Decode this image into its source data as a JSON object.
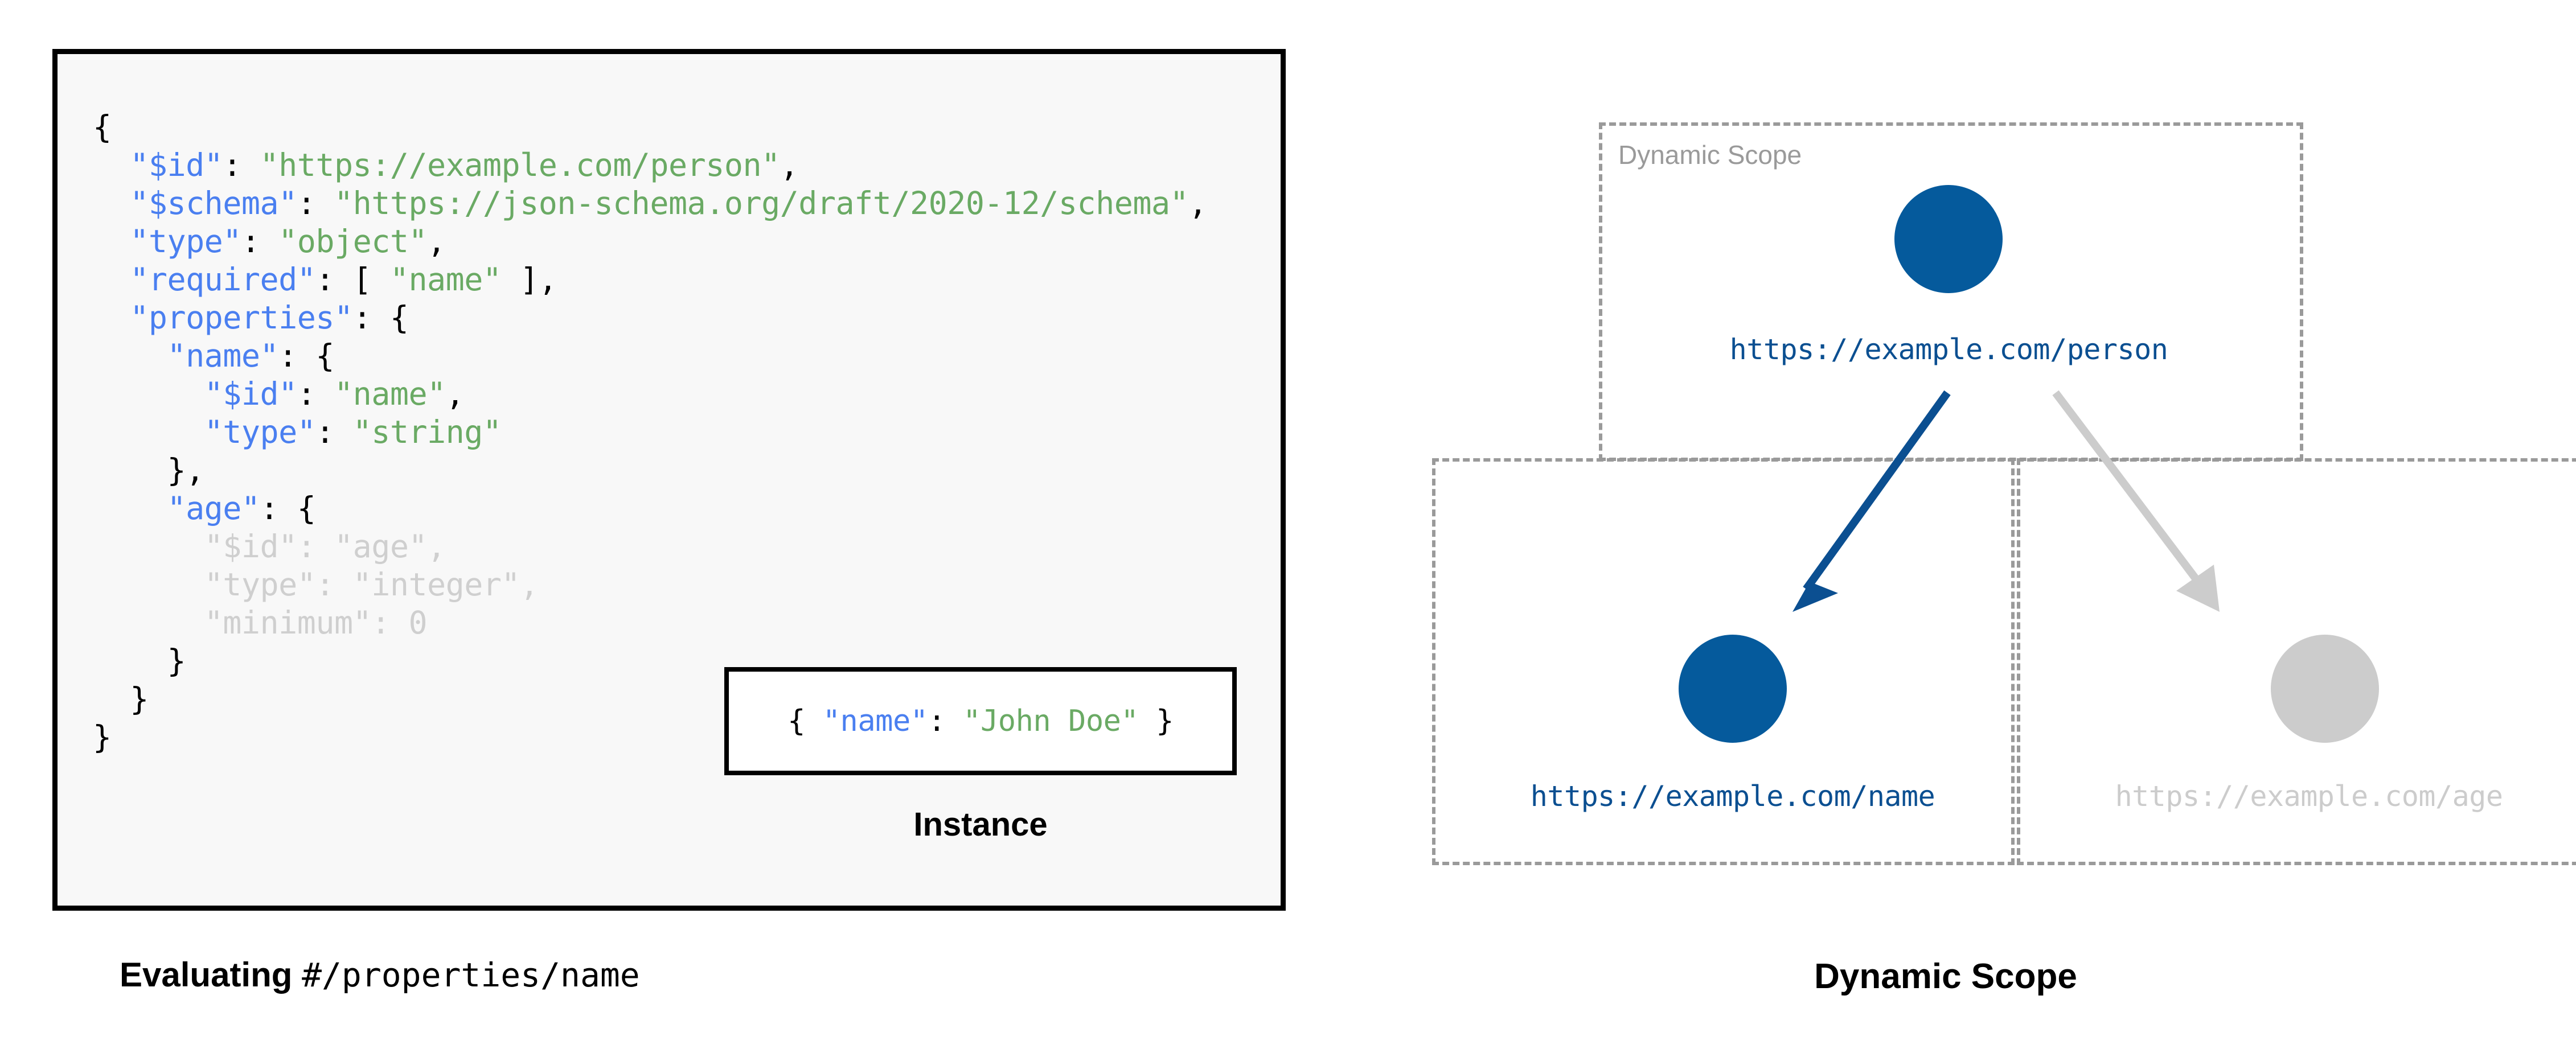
{
  "colors": {
    "accent_blue": "#055a9c",
    "label_blue": "#0b4f91",
    "muted_gray": "#cccccc",
    "dash_gray": "#9a9a9a",
    "code_key": "#4a7ff0",
    "code_string": "#6aaa64",
    "code_dim": "#cfcfcf",
    "code_bg": "#f8f8f8",
    "border_black": "#000000"
  },
  "left": {
    "schema_lines": [
      {
        "indent": 0,
        "tokens": [
          {
            "t": "{",
            "c": "p"
          }
        ]
      },
      {
        "indent": 1,
        "tokens": [
          {
            "t": "\"$id\"",
            "c": "k"
          },
          {
            "t": ": ",
            "c": "p"
          },
          {
            "t": "\"https://example.com/person\"",
            "c": "s"
          },
          {
            "t": ",",
            "c": "p"
          }
        ]
      },
      {
        "indent": 1,
        "tokens": [
          {
            "t": "\"$schema\"",
            "c": "k"
          },
          {
            "t": ": ",
            "c": "p"
          },
          {
            "t": "\"https://json-schema.org/draft/2020-12/schema\"",
            "c": "s"
          },
          {
            "t": ",",
            "c": "p"
          }
        ]
      },
      {
        "indent": 1,
        "tokens": [
          {
            "t": "\"type\"",
            "c": "k"
          },
          {
            "t": ": ",
            "c": "p"
          },
          {
            "t": "\"object\"",
            "c": "s"
          },
          {
            "t": ",",
            "c": "p"
          }
        ]
      },
      {
        "indent": 1,
        "tokens": [
          {
            "t": "\"required\"",
            "c": "k"
          },
          {
            "t": ": [ ",
            "c": "p"
          },
          {
            "t": "\"name\"",
            "c": "s"
          },
          {
            "t": " ],",
            "c": "p"
          }
        ]
      },
      {
        "indent": 1,
        "tokens": [
          {
            "t": "\"properties\"",
            "c": "k"
          },
          {
            "t": ": {",
            "c": "p"
          }
        ]
      },
      {
        "indent": 2,
        "tokens": [
          {
            "t": "\"name\"",
            "c": "k"
          },
          {
            "t": ": {",
            "c": "p"
          }
        ]
      },
      {
        "indent": 3,
        "tokens": [
          {
            "t": "\"$id\"",
            "c": "k"
          },
          {
            "t": ": ",
            "c": "p"
          },
          {
            "t": "\"name\"",
            "c": "s"
          },
          {
            "t": ",",
            "c": "p"
          }
        ]
      },
      {
        "indent": 3,
        "tokens": [
          {
            "t": "\"type\"",
            "c": "k"
          },
          {
            "t": ": ",
            "c": "p"
          },
          {
            "t": "\"string\"",
            "c": "s"
          }
        ]
      },
      {
        "indent": 2,
        "tokens": [
          {
            "t": "},",
            "c": "p"
          }
        ]
      },
      {
        "indent": 2,
        "tokens": [
          {
            "t": "\"age\"",
            "c": "k"
          },
          {
            "t": ": {",
            "c": "p"
          }
        ]
      },
      {
        "indent": 3,
        "tokens": [
          {
            "t": "\"$id\"",
            "c": "dim"
          },
          {
            "t": ": ",
            "c": "dim"
          },
          {
            "t": "\"age\"",
            "c": "dim"
          },
          {
            "t": ",",
            "c": "dim"
          }
        ]
      },
      {
        "indent": 3,
        "tokens": [
          {
            "t": "\"type\"",
            "c": "dim"
          },
          {
            "t": ": ",
            "c": "dim"
          },
          {
            "t": "\"integer\"",
            "c": "dim"
          },
          {
            "t": ",",
            "c": "dim"
          }
        ]
      },
      {
        "indent": 3,
        "tokens": [
          {
            "t": "\"minimum\"",
            "c": "dim"
          },
          {
            "t": ": ",
            "c": "dim"
          },
          {
            "t": "0",
            "c": "dim"
          }
        ]
      },
      {
        "indent": 2,
        "tokens": [
          {
            "t": "}",
            "c": "p"
          }
        ]
      },
      {
        "indent": 1,
        "tokens": [
          {
            "t": "}",
            "c": "p"
          }
        ]
      },
      {
        "indent": 0,
        "tokens": [
          {
            "t": "}",
            "c": "p"
          }
        ]
      }
    ],
    "instance": {
      "tokens": [
        {
          "t": "{ ",
          "c": "p"
        },
        {
          "t": "\"name\"",
          "c": "k"
        },
        {
          "t": ": ",
          "c": "p"
        },
        {
          "t": "\"John Doe\"",
          "c": "s"
        },
        {
          "t": " }",
          "c": "p"
        }
      ],
      "caption": "Instance"
    },
    "caption_bold": "Evaluating ",
    "caption_mono": "#/properties/name"
  },
  "right": {
    "scope_label": "Dynamic Scope",
    "nodes": [
      {
        "id": "person",
        "label": "https://example.com/person",
        "state": "active"
      },
      {
        "id": "name",
        "label": "https://example.com/name",
        "state": "active"
      },
      {
        "id": "age",
        "label": "https://example.com/age",
        "state": "muted"
      }
    ],
    "edges": [
      {
        "from": "person",
        "to": "name",
        "state": "active"
      },
      {
        "from": "person",
        "to": "age",
        "state": "muted"
      }
    ],
    "caption": "Dynamic Scope"
  }
}
